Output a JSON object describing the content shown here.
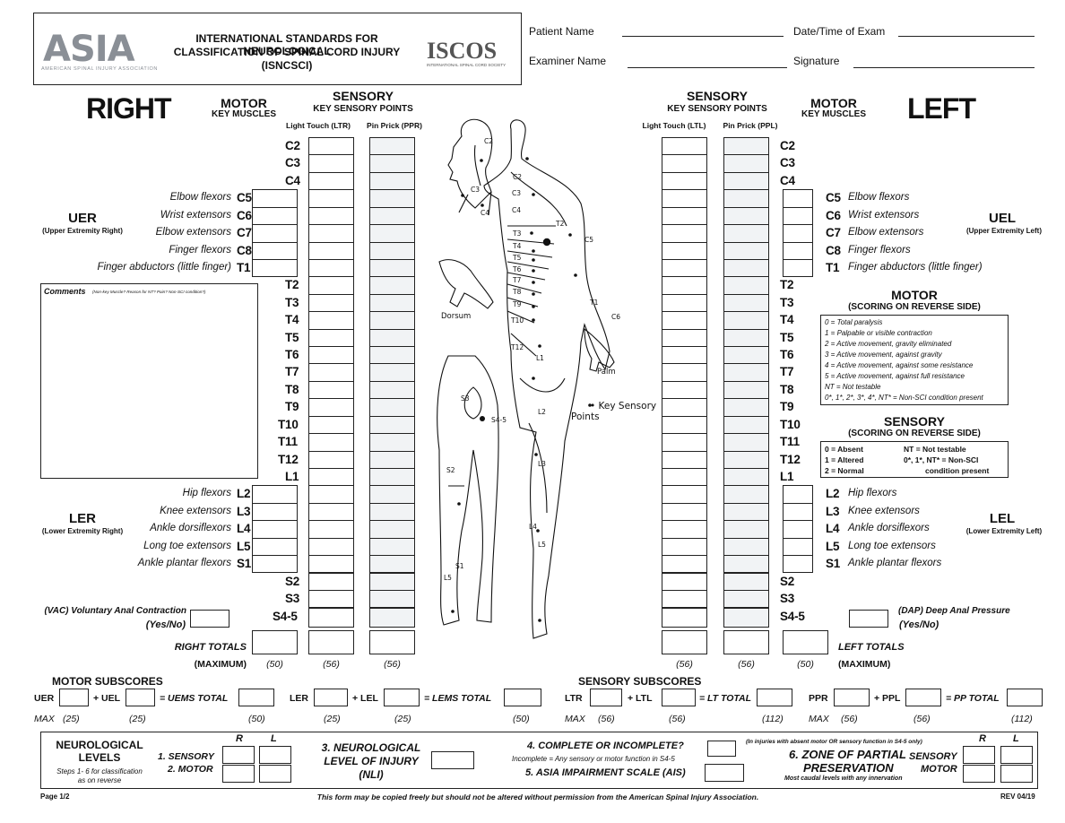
{
  "header": {
    "asia_logo": "ASIA",
    "asia_sub": "AMERICAN SPINAL INJURY ASSOCIATION",
    "title_l1": "INTERNATIONAL STANDARDS FOR NEUROLOGICAL",
    "title_l2": "CLASSIFICATION OF SPINAL CORD INJURY",
    "title_l3": "(ISNCSCI)",
    "iscos_logo": "ISCOS",
    "iscos_sub": "INTERNATIONAL SPINAL CORD SOCIETY",
    "patient_name": "Patient Name",
    "date_time": "Date/Time of Exam",
    "examiner_name": "Examiner Name",
    "signature": "Signature"
  },
  "right": {
    "side": "RIGHT",
    "motor": "MOTOR",
    "key_muscles": "KEY MUSCLES",
    "sensory": "SENSORY",
    "key_sensory_points": "KEY SENSORY POINTS",
    "ltr": "Light Touch (LTR)",
    "ppr": "Pin Prick (PPR)",
    "uer": "UER",
    "uer_sub": "(Upper Extremity Right)",
    "ler": "LER",
    "ler_sub": "(Lower Extremity Right)",
    "vac": "(VAC) Voluntary Anal Contraction",
    "vac_yn": "(Yes/No)",
    "totals": "RIGHT TOTALS",
    "maximum": "(MAXIMUM)",
    "max_motor": "(50)",
    "max_lt": "(56)",
    "max_pp": "(56)"
  },
  "left": {
    "side": "LEFT",
    "motor": "MOTOR",
    "key_muscles": "KEY MUSCLES",
    "sensory": "SENSORY",
    "key_sensory_points": "KEY SENSORY POINTS",
    "ltl": "Light Touch (LTL)",
    "ppl": "Pin Prick (PPL)",
    "uel": "UEL",
    "uel_sub": "(Upper Extremity Left)",
    "lel": "LEL",
    "lel_sub": "(Lower Extremity Left)",
    "dap": "(DAP) Deep Anal Pressure",
    "dap_yn": "(Yes/No)",
    "totals": "LEFT TOTALS",
    "maximum": "(MAXIMUM)",
    "max_lt": "(56)",
    "max_pp": "(56)",
    "max_motor": "(50)"
  },
  "levels": [
    "C2",
    "C3",
    "C4",
    "C5",
    "C6",
    "C7",
    "C8",
    "T1",
    "T2",
    "T3",
    "T4",
    "T5",
    "T6",
    "T7",
    "T8",
    "T9",
    "T10",
    "T11",
    "T12",
    "L1",
    "L2",
    "L3",
    "L4",
    "L5",
    "S1",
    "S2",
    "S3",
    "S4-5"
  ],
  "muscles": {
    "C5": "Elbow flexors",
    "C6": "Wrist extensors",
    "C7": "Elbow extensors",
    "C8": "Finger flexors",
    "T1": "Finger abductors (little finger)",
    "L2": "Hip flexors",
    "L3": "Knee extensors",
    "L4": "Ankle dorsiflexors",
    "L5": "Long toe extensors",
    "S1": "Ankle plantar flexors"
  },
  "comments": {
    "label": "Comments",
    "hint": "(Non-key Muscle? Reason for NT? Pain? Non-SCI condition?)"
  },
  "motor_scoring": {
    "title": "MOTOR",
    "sub": "(SCORING ON REVERSE SIDE)",
    "lines": [
      "0 = Total paralysis",
      "1 = Palpable or visible contraction",
      "2 = Active movement, gravity eliminated",
      "3 = Active movement, against gravity",
      "4 = Active movement, against some resistance",
      "5 = Active movement, against full resistance",
      "NT = Not testable",
      "0*, 1*, 2*, 3*, 4*, NT* = Non-SCI condition present"
    ]
  },
  "sensory_scoring": {
    "title": "SENSORY",
    "sub": "(SCORING ON REVERSE SIDE)",
    "l1a": "0 = Absent",
    "l1b": "NT = Not testable",
    "l2a": "1 = Altered",
    "l2b": "0*, 1*, NT* = Non-SCI",
    "l3a": "2 = Normal",
    "l3b": "condition present"
  },
  "body": {
    "dorsum": "Dorsum",
    "palm": "Palm",
    "key_sensory": "Key Sensory",
    "points": "Points"
  },
  "motor_subscores": {
    "title": "MOTOR SUBSCORES",
    "uer": "UER",
    "uel": "+ UEL",
    "uems": "= UEMS TOTAL",
    "ler": "LER",
    "lel": "+ LEL",
    "lems": "= LEMS TOTAL",
    "max": "MAX",
    "m_uer": "(25)",
    "m_uel": "(25)",
    "m_uems": "(50)",
    "m_ler": "(25)",
    "m_lel": "(25)",
    "m_lems": "(50)"
  },
  "sensory_subscores": {
    "title": "SENSORY SUBSCORES",
    "ltr": "LTR",
    "ltl": "+ LTL",
    "lt": "= LT TOTAL",
    "ppr": "PPR",
    "ppl": "+ PPL",
    "pp": "= PP TOTAL",
    "max": "MAX",
    "m_ltr": "(56)",
    "m_ltl": "(56)",
    "m_lt": "(112)",
    "m_ppr": "(56)",
    "m_ppl": "(56)",
    "m_pp": "(112)"
  },
  "bottom": {
    "neuro_title1": "NEUROLOGICAL",
    "neuro_title2": "LEVELS",
    "steps1": "Steps 1- 6 for classification",
    "steps2": "as on reverse",
    "r": "R",
    "l": "L",
    "sensory": "1. SENSORY",
    "motor": "2. MOTOR",
    "nli1": "3. NEUROLOGICAL",
    "nli2": "LEVEL OF INJURY",
    "nli3": "(NLI)",
    "complete": "4. COMPLETE OR INCOMPLETE?",
    "incomplete_def": "Incomplete = Any sensory or motor function in S4-5",
    "ais": "5. ASIA IMPAIRMENT SCALE (AIS)",
    "zpp_note": "(In injuries with absent motor OR sensory function in S4-5 only)",
    "zpp1": "6. ZONE OF PARTIAL",
    "zpp2": "PRESERVATION",
    "zpp_sub": "Most caudal levels with any innervation",
    "zpp_sensory": "SENSORY",
    "zpp_motor": "MOTOR"
  },
  "footer": {
    "page": "Page 1/2",
    "copy": "This form may be copied freely but should not be altered without permission from the American Spinal Injury Association.",
    "rev": "REV 04/19"
  }
}
